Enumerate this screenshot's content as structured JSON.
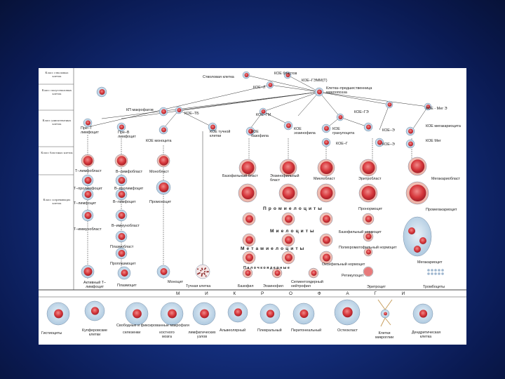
{
  "row_labels": {
    "r1": "Класс стволовых клеток",
    "r2": "Класс полустволовых клеток",
    "r3": "Класс унипотентных клеток",
    "r4": "Класс бластных клеток",
    "r5": "Класс созревающих клеток"
  },
  "labels": {
    "stem_cell": "Стволовая клетка",
    "koe_blast": "КОЕ бластов",
    "koe_gemm": "КОЕ–ГЭММ(Т)",
    "koe_l": "КОЕ–Л",
    "myelo_prec": "Клетка–предшественница миелопоэза",
    "kp_macro": "КП макрофагов",
    "koe_tb": "КОЕ–ТБ",
    "koe_gm": "КОЕ–ГМ",
    "koe_ge": "КОЕ–ГЭ",
    "koe_meg_e": "КОЕ - Мег Э",
    "pre_t": "Пре–Т лимфоцит",
    "pre_b": "Пре–В лимфоцит",
    "koe_mono": "КОЕ моноцита",
    "koe_mast": "КОЕ тучной клетки",
    "koe_baso": "КОЕ базофила",
    "koe_eo": "КОЕ эозинофила",
    "koe_gran": "КОЕ гранулоцита",
    "koe_g": "КОЕ–Г",
    "koe_e": "КОЕ–Э",
    "koe_meg": "КОЕ мегакариоцита",
    "koe_meg2": "КОЕ Мег",
    "t_lymphoblast": "Т–лимфобласт",
    "b_lymphoblast": "В–лимфобласт",
    "monoblast": "Монобласт",
    "baso_blast": "Базофильный бласт",
    "eo_blast": "Эозинофильный бласт",
    "myeloblast": "Миелобласт",
    "erythroblast": "Эритробласт",
    "megakaryoblast": "Мегакариобласт",
    "t_prolympho": "Т–пролимфоцит",
    "b_prolympho": "В–пролимфоцит",
    "t_lympho": "Т–лимфоцит",
    "b_lympho": "В–лимфоцит",
    "promonocyte": "Промоноцит",
    "promyelocytes": "П р о м и е л о ц и т ы",
    "pronormocyte": "Пронормоцит",
    "promegakaryocyte": "Промегакариоцит",
    "t_immunoblast": "Т–иммунобласт",
    "b_immunoblast": "В–иммунобласт",
    "myelocytes": "М и е л о ц и т ы",
    "baso_normocyte": "Базофильный нормоцит",
    "polychrom": "Полихроматофильный нормоцит",
    "plasmoblast": "Плазмобласт",
    "metamyelocytes": "М е т а м и е л о ц и т ы",
    "proplasmocyte": "Проплазмоцит",
    "band": "П а л о ч к о я д е р н ы е",
    "oxyphil": "Оксифильный нормоцит",
    "megakaryocyte": "Мегакариоцит",
    "reticulocyte": "Ретикулоцит",
    "active_t": "Активный Т–лимфоцит",
    "plasmocyte": "Плазмоцит",
    "monocyte": "Моноцит",
    "mast_cell": "Тучная клетка",
    "basophil": "Базофил",
    "eosinophil": "Эозинофил",
    "segmented": "Сегментоядерный нейтрофил",
    "erythrocyte": "Эритроцит",
    "platelets": "Тромбоциты",
    "macrophages_word": "М  И  К  Р  О  Ф  А  Г  И",
    "histiocytes": "Гистиоциты",
    "kupffer": "Купферовские клетки",
    "free_fixed": "Свободные и фиксированные макрофаги",
    "spleen": "селезенки",
    "marrow": "костного мозга",
    "lymph": "лимфатических узлов",
    "alveolar": "Альвеолярный",
    "pleural": "Плевральный",
    "peritoneal": "Перитонеальный",
    "osteoclast": "Остеокласт",
    "microglia": "Клетки микроглии",
    "dendritic": "Дендритическая клетка"
  }
}
